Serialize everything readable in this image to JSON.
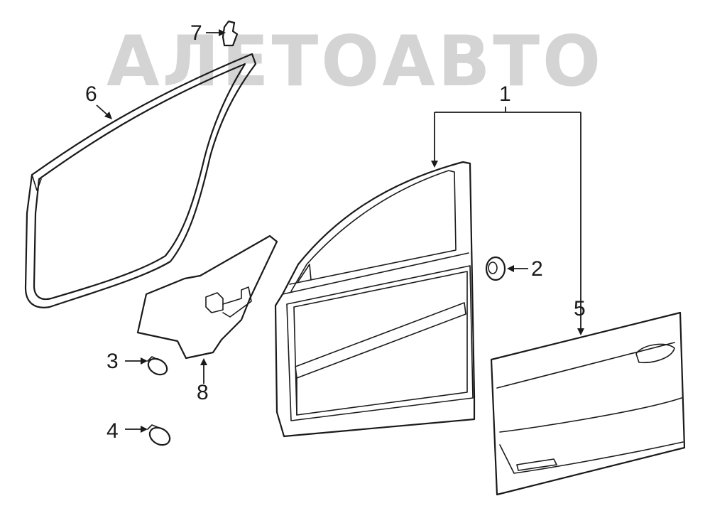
{
  "watermark": {
    "text": "АЛЕТОАВТО",
    "color": "#d4d4d4"
  },
  "callouts": {
    "c1": "1",
    "c2": "2",
    "c3": "3",
    "c4": "4",
    "c5": "5",
    "c6": "6",
    "c7": "7",
    "c8": "8"
  },
  "colors": {
    "line": "#1a1a1a",
    "background": "#ffffff"
  }
}
